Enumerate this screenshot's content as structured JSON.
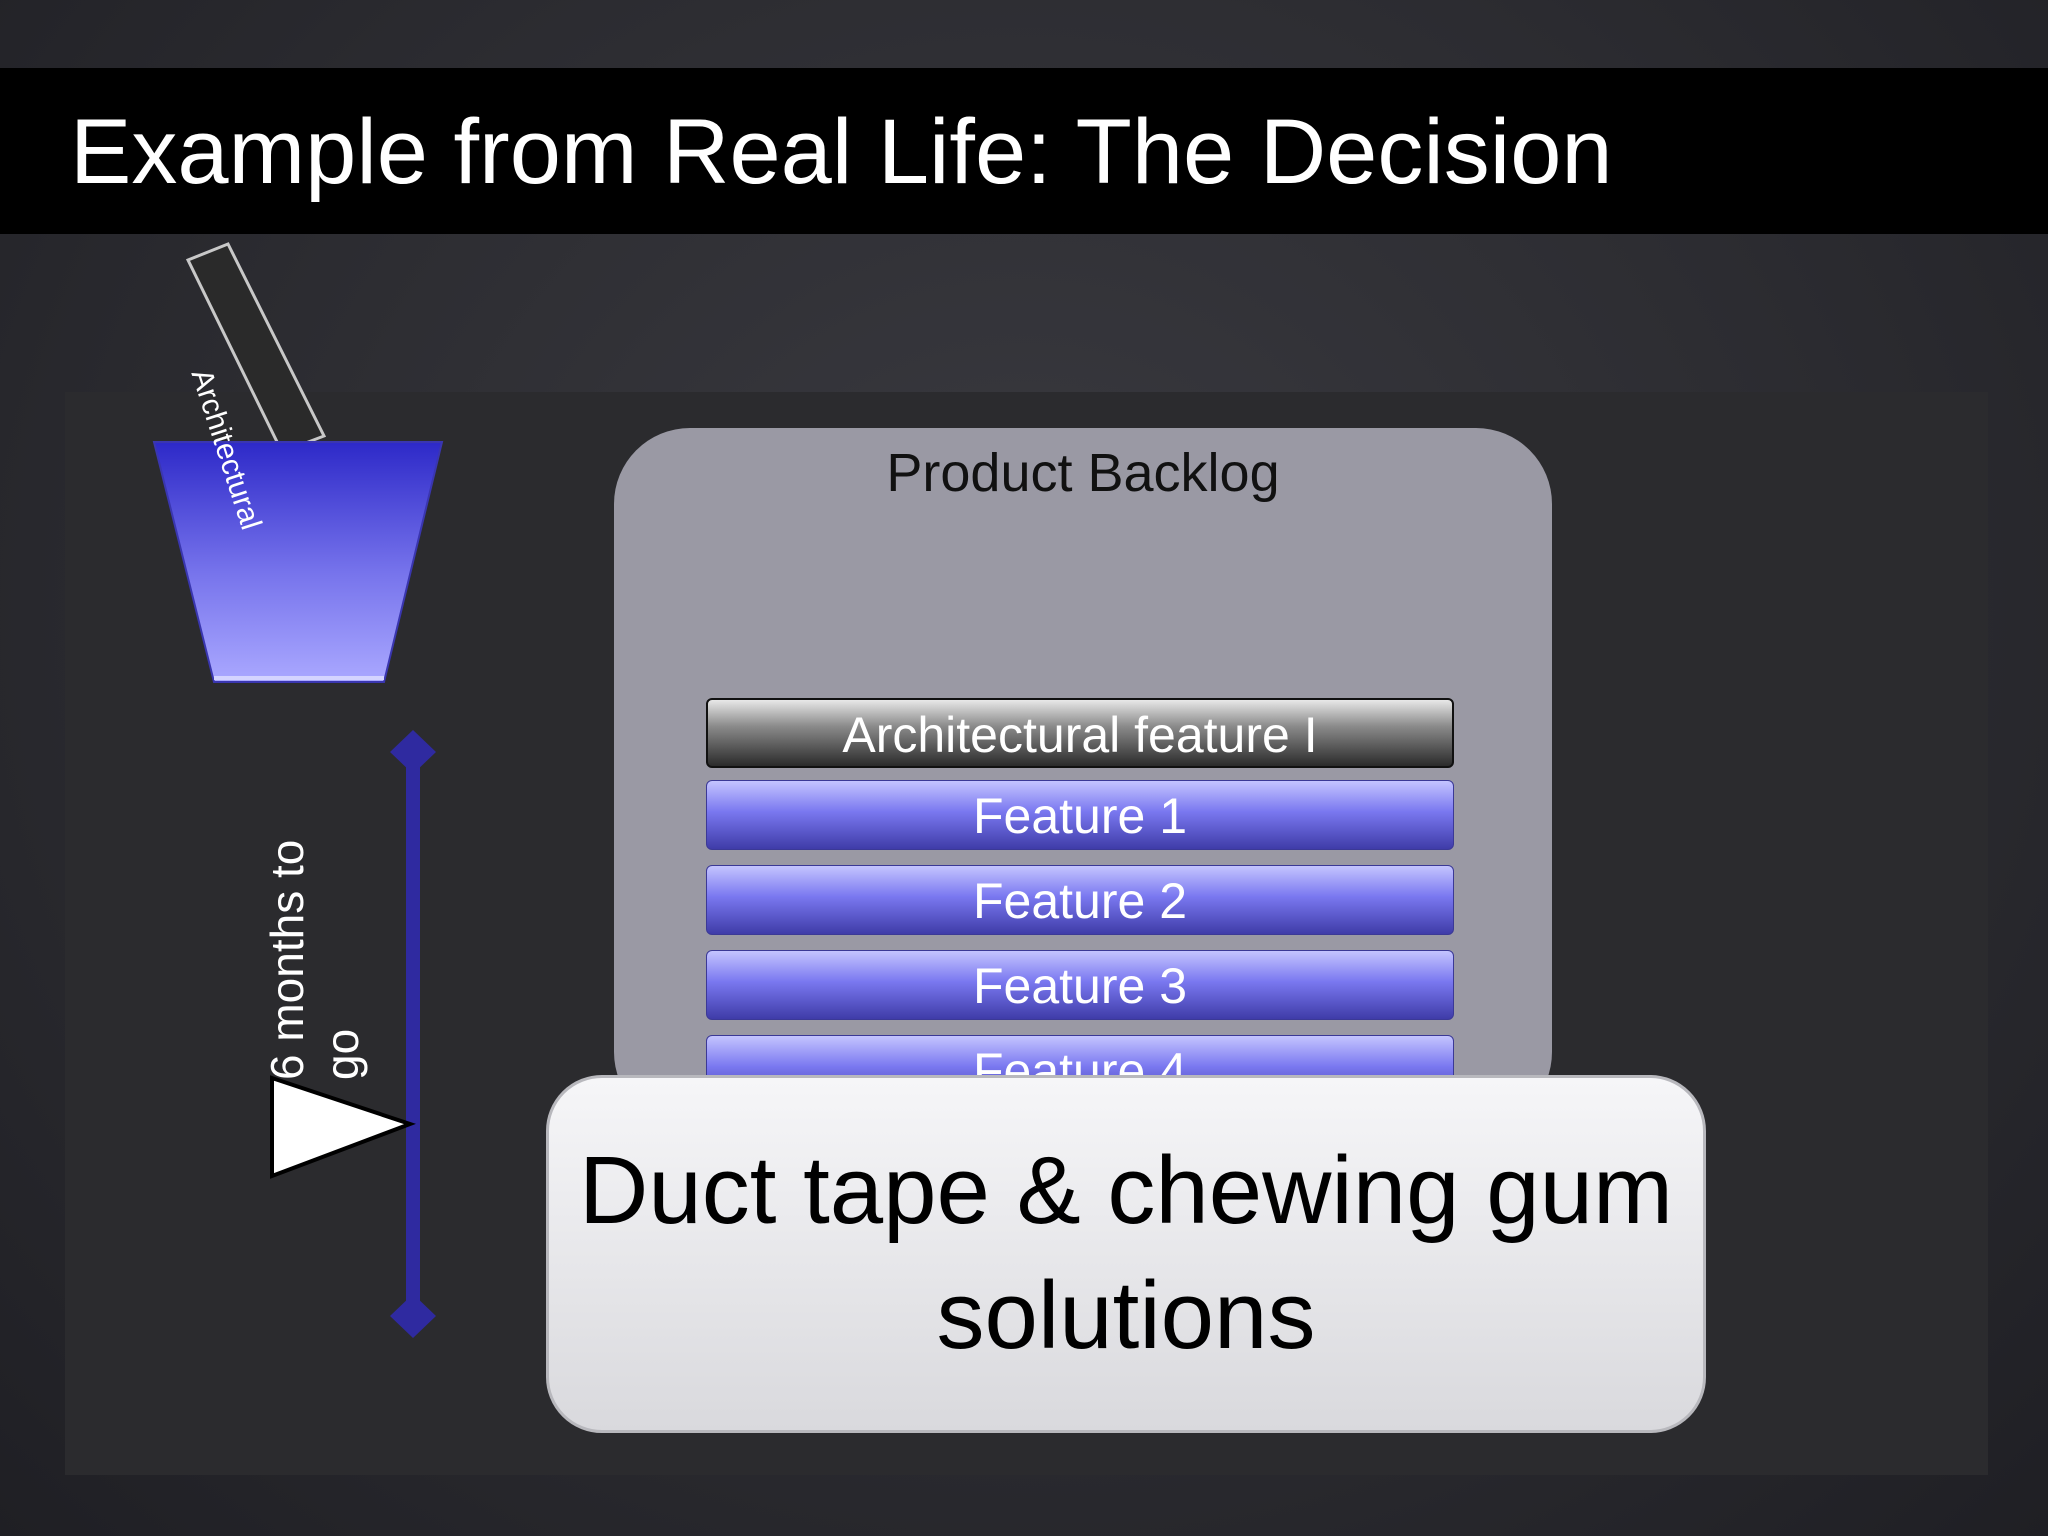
{
  "slide": {
    "title": "Example from Real Life: The Decision"
  },
  "bucket": {
    "stick_label": "Architectural"
  },
  "timeline": {
    "label": "6 months to go"
  },
  "backlog": {
    "title": "Product Backlog",
    "items": [
      {
        "label": "Architectural feature I",
        "kind": "architectural"
      },
      {
        "label": "Feature 1",
        "kind": "feature"
      },
      {
        "label": "Feature 2",
        "kind": "feature"
      },
      {
        "label": "Feature 3",
        "kind": "feature"
      },
      {
        "label": "Feature 4",
        "kind": "feature"
      }
    ]
  },
  "callout": {
    "text": "Duct tape & chewing gum solutions"
  },
  "colors": {
    "feature_blue": "#7a78f0",
    "timeline_blue": "#2f2aa0",
    "backlog_gray": "#9a99a4"
  }
}
